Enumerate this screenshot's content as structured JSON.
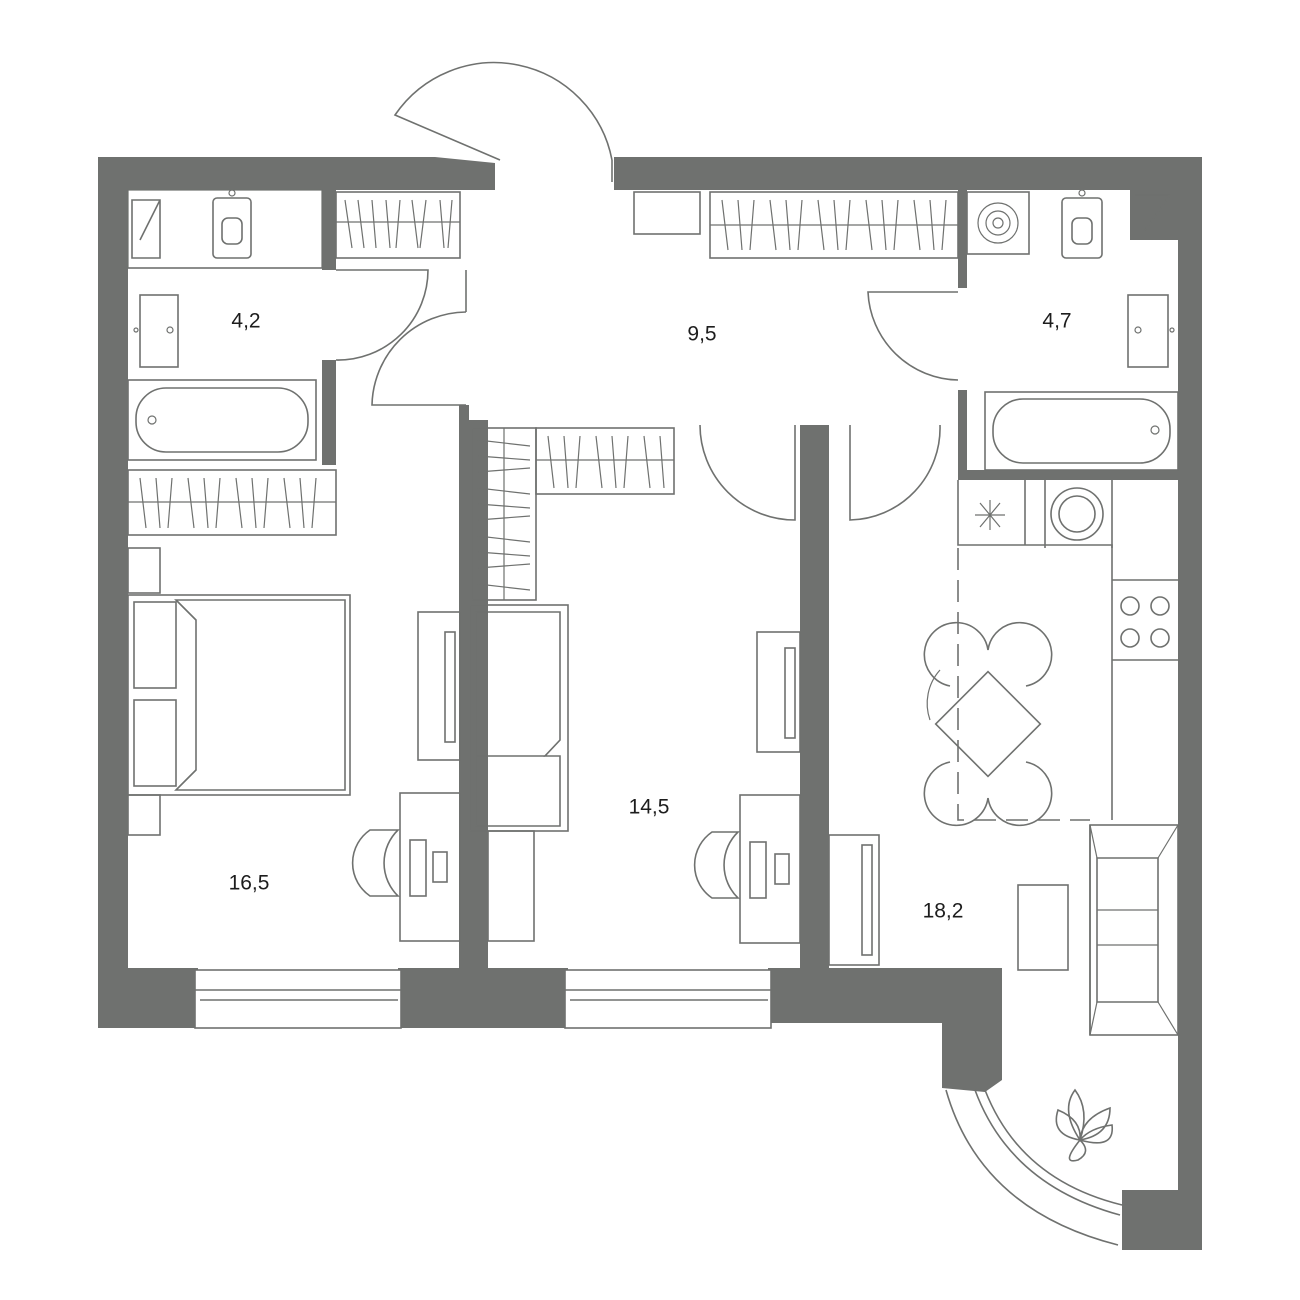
{
  "plan": {
    "colors": {
      "wall": "#6f716f",
      "line": "#6f716f",
      "label": "#1d1d1d",
      "background": "#ffffff"
    },
    "rooms": [
      {
        "id": "bathroom-left",
        "area": "4,2"
      },
      {
        "id": "hallway",
        "area": "9,5"
      },
      {
        "id": "bathroom-right",
        "area": "4,7"
      },
      {
        "id": "bedroom",
        "area": "16,5"
      },
      {
        "id": "second-bedroom",
        "area": "14,5"
      },
      {
        "id": "kitchen-living",
        "area": "18,2"
      }
    ],
    "icons": [
      "toilet-icon",
      "sink-icon",
      "bathtub-icon",
      "wardrobe-icon",
      "bed-icon",
      "desk-icon",
      "chair-icon",
      "tv-icon",
      "washing-machine-icon",
      "fridge-icon",
      "stove-icon",
      "sofa-icon",
      "dining-table-icon",
      "plant-icon",
      "door-icon",
      "window-icon"
    ]
  }
}
